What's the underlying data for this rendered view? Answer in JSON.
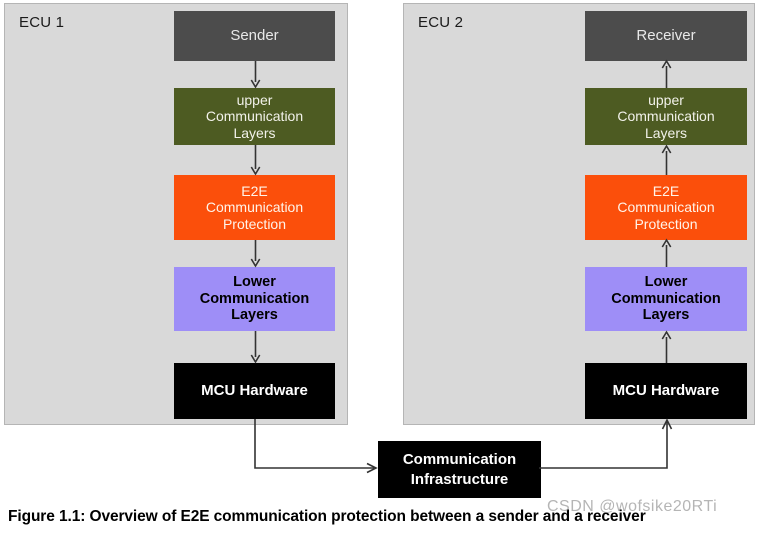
{
  "figure": {
    "caption": "Figure 1.1: Overview of E2E communication protection between a sender and a receiver",
    "watermark": "CSDN @wofsike20RTi"
  },
  "colors": {
    "panel_background": "#d9d9d9",
    "panel_border": "#b5b5b5",
    "endpoint": "#4c4c4c",
    "upper_layers": "#4d5b22",
    "e2e_protection": "#fb4f0b",
    "lower_layers": "#9e8ef7",
    "hardware": "#000000",
    "page_background": "#ffffff",
    "connector": "#333333"
  },
  "ecus": [
    {
      "id": "ecu-1",
      "label": "ECU 1",
      "direction": "down",
      "nodes": [
        {
          "id": "sender",
          "kind": "endpoint",
          "lines": [
            "Sender"
          ]
        },
        {
          "id": "upper",
          "kind": "upper-layers",
          "lines": [
            "upper",
            "Communication",
            "Layers"
          ]
        },
        {
          "id": "e2e",
          "kind": "e2e-protection",
          "lines": [
            "E2E",
            "Communication",
            "Protection"
          ]
        },
        {
          "id": "lower",
          "kind": "lower-layers",
          "lines": [
            "Lower",
            "Communication",
            "Layers"
          ]
        },
        {
          "id": "mcu",
          "kind": "hardware",
          "lines": [
            "MCU Hardware"
          ]
        }
      ]
    },
    {
      "id": "ecu-2",
      "label": "ECU 2",
      "direction": "up",
      "nodes": [
        {
          "id": "receiver",
          "kind": "endpoint",
          "lines": [
            "Receiver"
          ]
        },
        {
          "id": "upper",
          "kind": "upper-layers",
          "lines": [
            "upper",
            "Communication",
            "Layers"
          ]
        },
        {
          "id": "e2e",
          "kind": "e2e-protection",
          "lines": [
            "E2E",
            "Communication",
            "Protection"
          ]
        },
        {
          "id": "lower",
          "kind": "lower-layers",
          "lines": [
            "Lower",
            "Communication",
            "Layers"
          ]
        },
        {
          "id": "mcu",
          "kind": "hardware",
          "lines": [
            "MCU Hardware"
          ]
        }
      ]
    }
  ],
  "bus": {
    "id": "communication-infrastructure",
    "lines": [
      "Communication",
      "Infrastructure"
    ]
  }
}
